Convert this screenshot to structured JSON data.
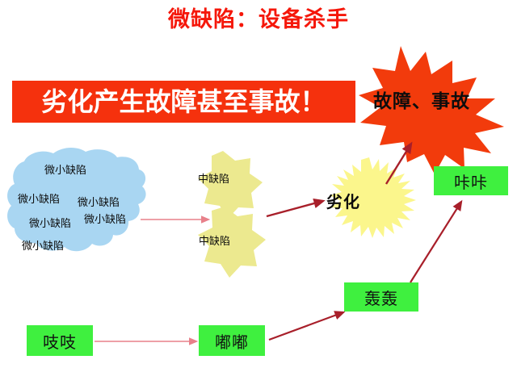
{
  "title": "微缺陷：设备杀手",
  "banner": {
    "text": "劣化产生故障甚至事故！",
    "bg_color": "#f5310d",
    "text_color": "#ffffff"
  },
  "colors": {
    "title_red": "#f5170a",
    "banner_red": "#f5310d",
    "burst_red": "#f23b0c",
    "cloud_blue": "#a9d6f2",
    "star_yellow": "#ece98f",
    "sunburst_yellow": "#fbf68c",
    "green_box": "#3ff03f",
    "arrow_pink": "#e8808a",
    "arrow_darkred": "#a81f2a",
    "text_black": "#0d0d0d"
  },
  "nodes": {
    "cloud": {
      "name": "tiny-defect-cloud",
      "shape": "cloud",
      "fill": "#a9d6f2",
      "labels": [
        "微小缺陷",
        "微小缺陷",
        "微小缺陷",
        "微小缺陷",
        "微小缺陷",
        "微小缺陷"
      ]
    },
    "stars": [
      {
        "name": "medium-defect-star-top",
        "label": "中缺陷",
        "fill": "#ece98f"
      },
      {
        "name": "medium-defect-star-bottom",
        "label": "中缺陷",
        "fill": "#ece98f"
      }
    ],
    "sunburst": {
      "name": "degradation-sunburst",
      "label": "劣化",
      "fill": "#fbf68c"
    },
    "explosion": {
      "name": "failure-accident-burst",
      "label": "故障、事故",
      "fill": "#f23b0c"
    },
    "sound_boxes": [
      {
        "name": "sound-box-zhizhi",
        "label": "吱吱"
      },
      {
        "name": "sound-box-dudu",
        "label": "嘟嘟"
      },
      {
        "name": "sound-box-honghong",
        "label": "轰轰"
      },
      {
        "name": "sound-box-kaka",
        "label": "咔咔"
      }
    ]
  },
  "arrows": [
    {
      "name": "arrow-cloud-to-star",
      "from": "tiny-defect-cloud",
      "to": "medium-defect-star-bottom",
      "color": "#e8808a"
    },
    {
      "name": "arrow-star-to-sunburst",
      "from": "medium-defect-star",
      "to": "degradation-sunburst",
      "color": "#a81f2a"
    },
    {
      "name": "arrow-sunburst-to-burst",
      "from": "degradation-sunburst",
      "to": "failure-accident-burst",
      "color": "#a81f2a"
    },
    {
      "name": "arrow-zhizhi-to-dudu",
      "from": "sound-box-zhizhi",
      "to": "sound-box-dudu",
      "color": "#e8808a"
    },
    {
      "name": "arrow-dudu-to-honghong",
      "from": "sound-box-dudu",
      "to": "sound-box-honghong",
      "color": "#a81f2a"
    },
    {
      "name": "arrow-honghong-to-kaka",
      "from": "sound-box-honghong",
      "to": "sound-box-kaka",
      "color": "#a81f2a"
    }
  ]
}
